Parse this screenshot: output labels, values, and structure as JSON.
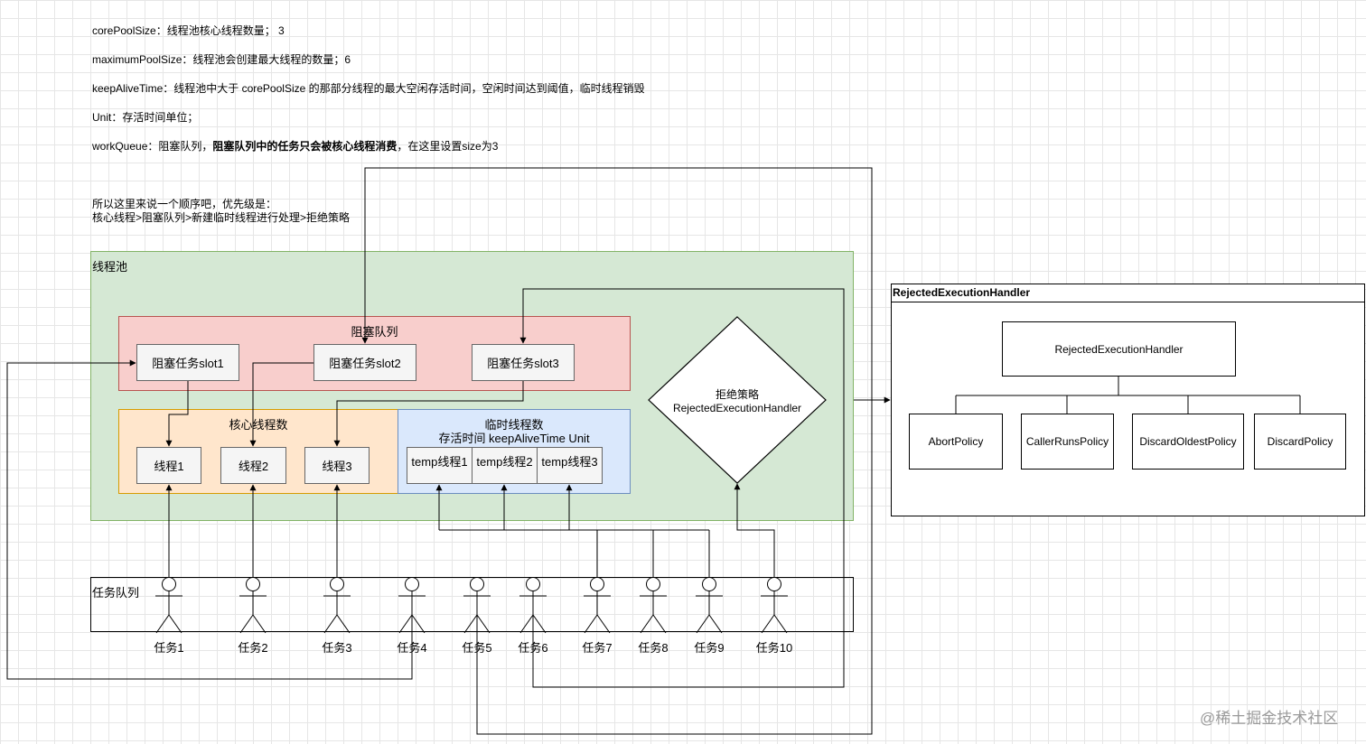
{
  "notes": {
    "core_pool_size": "corePoolSize：线程池核心线程数量； 3",
    "maximum_pool_size": "maximumPoolSize：线程池会创建最大线程的数量；6",
    "keep_alive_time": "keepAliveTime：线程池中大于 corePoolSize 的那部分线程的最大空闲存活时间，空闲时间达到阈值，临时线程销毁",
    "unit": "Unit：存活时间单位；",
    "work_queue_prefix": "workQueue：阻塞队列，",
    "work_queue_bold": "阻塞队列中的任务只会被核心线程消费",
    "work_queue_suffix": "，在这里设置size为3",
    "order_line1": "所以这里来说一个顺序吧，优先级是：",
    "order_line2": "核心线程>阻塞队列>新建临时线程进行处理>拒绝策略"
  },
  "thread_pool": {
    "title": "线程池",
    "blocking_queue": {
      "title": "阻塞队列",
      "slots": [
        "阻塞任务slot1",
        "阻塞任务slot2",
        "阻塞任务slot3"
      ]
    },
    "core_threads": {
      "title": "核心线程数",
      "threads": [
        "线程1",
        "线程2",
        "线程3"
      ]
    },
    "temp_threads": {
      "title": "临时线程数",
      "subtitle": "存活时间 keepAliveTime Unit",
      "threads": [
        "temp线程1",
        "temp线程2",
        "temp线程3"
      ]
    },
    "reject": {
      "line1": "拒绝策略",
      "line2": "RejectedExecutionHandler"
    }
  },
  "task_queue": {
    "title": "任务队列",
    "tasks": [
      "任务1",
      "任务2",
      "任务3",
      "任务4",
      "任务5",
      "任务6",
      "任务7",
      "任务8",
      "任务9",
      "任务10"
    ]
  },
  "handler_panel": {
    "title": "RejectedExecutionHandler",
    "root": "RejectedExecutionHandler",
    "policies": [
      "AbortPolicy",
      "CallerRunsPolicy",
      "DiscardOldestPolicy",
      "DiscardPolicy"
    ]
  },
  "watermark": "@稀土掘金技术社区",
  "colors": {
    "pool_fill": "#d5e8d4",
    "pool_stroke": "#82b366",
    "queue_fill": "#f8cecc",
    "queue_stroke": "#b85450",
    "core_fill": "#ffe6cc",
    "core_stroke": "#d79b00",
    "temp_fill": "#dae8fc",
    "temp_stroke": "#6c8ebf"
  }
}
